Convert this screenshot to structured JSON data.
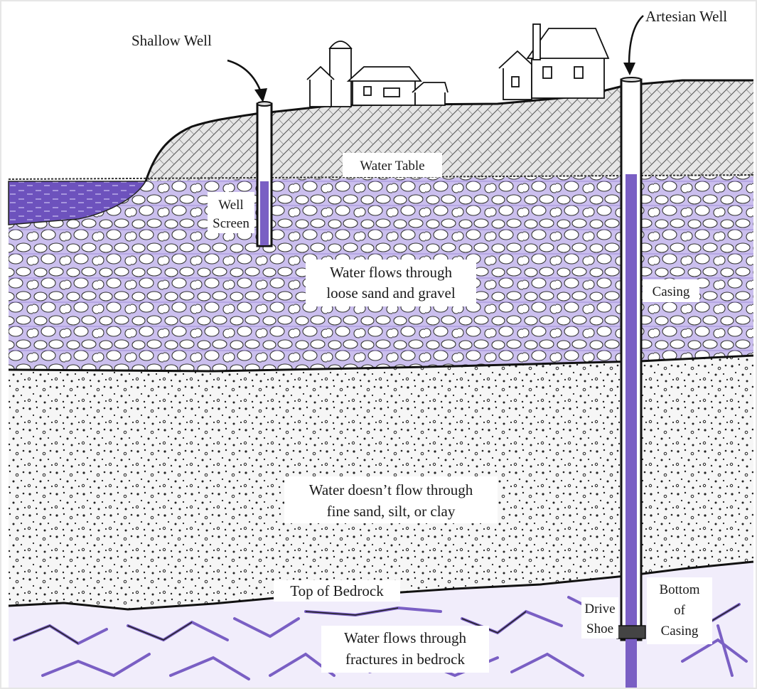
{
  "labels": {
    "shallow_well": "Shallow Well",
    "artesian_well": "Artesian Well",
    "water_table": "Water Table",
    "well_screen_1": "Well",
    "well_screen_2": "Screen",
    "sand_gravel_1": "Water flows through",
    "sand_gravel_2": "loose sand and gravel",
    "casing": "Casing",
    "fine_sand_1": "Water doesn’t flow through",
    "fine_sand_2": "fine sand, silt, or clay",
    "top_bedrock": "Top of Bedrock",
    "drive_shoe_1": "Drive",
    "drive_shoe_2": "Shoe",
    "bottom_casing_1": "Bottom",
    "bottom_casing_2": "of",
    "bottom_casing_3": "Casing",
    "bedrock_1": "Water flows through",
    "bedrock_2": "fractures in bedrock"
  },
  "colors": {
    "water": "#7a5fc4",
    "water_light": "#b9a8e6",
    "ink": "#1a1a1a",
    "paper": "#ffffff",
    "topsoil": "#dcdcdc",
    "gravel_bg": "#d9d2ee",
    "fine_bg": "#f4f4f4",
    "bedrock_bg": "#f0ecfa"
  },
  "icons": {
    "farm": "farm-buildings-icon",
    "house": "house-icon"
  }
}
